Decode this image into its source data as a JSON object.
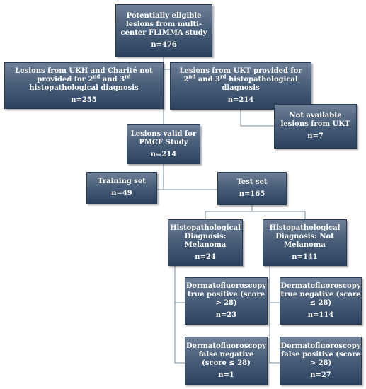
{
  "diagram": {
    "nodes": {
      "eligible": {
        "label": "Potentially eligible lesions from multi-center FLIMMA study",
        "count": "n=476"
      },
      "ukh": {
        "label_before_2nd": "Lesions from UKH and Charité not provided for 2",
        "sup_2nd": "nd",
        "label_between": " and 3",
        "sup_3rd": "rd",
        "label_after": " histopathological diagnosis",
        "count": "n=255"
      },
      "ukt": {
        "label_before_2nd": "Lesions from UKT provided for 2",
        "sup_2nd": "nd",
        "label_between": " and 3",
        "sup_3rd": "rd",
        "label_after": " histopathological diagnosis",
        "count": "n=214"
      },
      "not_available": {
        "label": "Not available lesions from UKT",
        "count": "n=7"
      },
      "valid": {
        "label": "Lesions valid for PMCF Study",
        "count": "n=214"
      },
      "training": {
        "label": "Training set",
        "count": "n=49"
      },
      "test": {
        "label": "Test set",
        "count": "n=165"
      },
      "histo_mel": {
        "label": "Histopathological Diagnosis: Melanoma",
        "count": "n=24"
      },
      "histo_not": {
        "label": "Histopathological Diagnosis: Not Melanoma",
        "count": "n=141"
      },
      "tp": {
        "label": "Dermatofluoroscopy true positive (score > 28)",
        "count": "n=23"
      },
      "tn": {
        "label": "Dermatofluoroscopy true negative (score ≤ 28)",
        "count": "n=114"
      },
      "fn": {
        "label": "Dermatofluoroscopy false negative (score ≤ 28)",
        "count": "n=1"
      },
      "fp": {
        "label": "Dermatofluoroscopy false positive (score > 28)",
        "count": "n=27"
      }
    },
    "colors": {
      "box_top": "#6e8097",
      "box_bottom": "#2c4360",
      "line": "#7a8a9a",
      "text": "#ffffff"
    }
  }
}
